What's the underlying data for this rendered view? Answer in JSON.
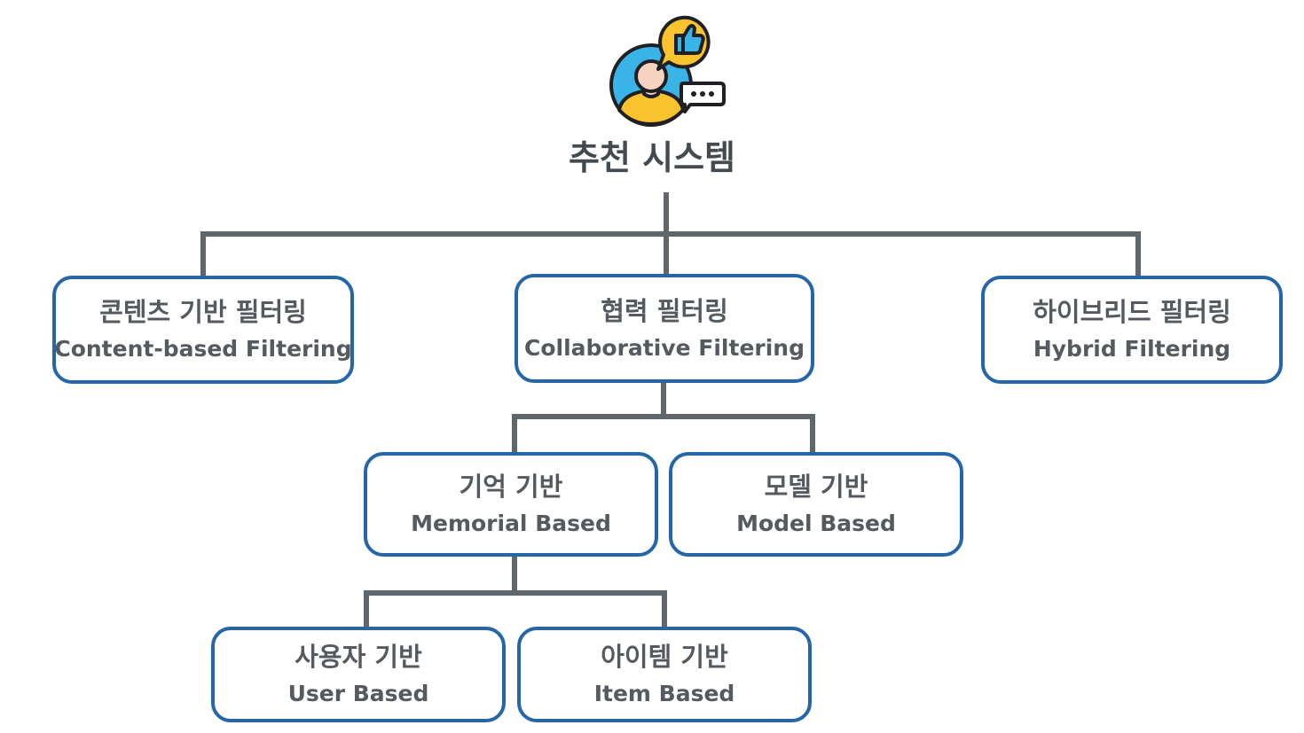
{
  "root": {
    "title": "추천 시스템",
    "icon": "recommendation-person-thumbs-up-chat-icon"
  },
  "nodes": {
    "content_based": {
      "ko": "콘텐츠 기반 필터링",
      "en": "Content-based Filtering"
    },
    "collaborative": {
      "ko": "협력 필터링",
      "en": "Collaborative Filtering"
    },
    "hybrid": {
      "ko": "하이브리드 필터링",
      "en": "Hybrid Filtering"
    },
    "memory_based": {
      "ko": "기억 기반",
      "en": "Memorial Based"
    },
    "model_based": {
      "ko": "모델 기반",
      "en": "Model Based"
    },
    "user_based": {
      "ko": "사용자 기반",
      "en": "User Based"
    },
    "item_based": {
      "ko": "아이템 기반",
      "en": "Item Based"
    }
  },
  "colors": {
    "node_border": "#2566a8",
    "connector": "#5f666c",
    "text": "#545a60",
    "icon_blue": "#3ab3e6",
    "icon_yellow": "#f9c32d",
    "icon_skin": "#f6d3c0",
    "icon_outline": "#1f1f24"
  }
}
